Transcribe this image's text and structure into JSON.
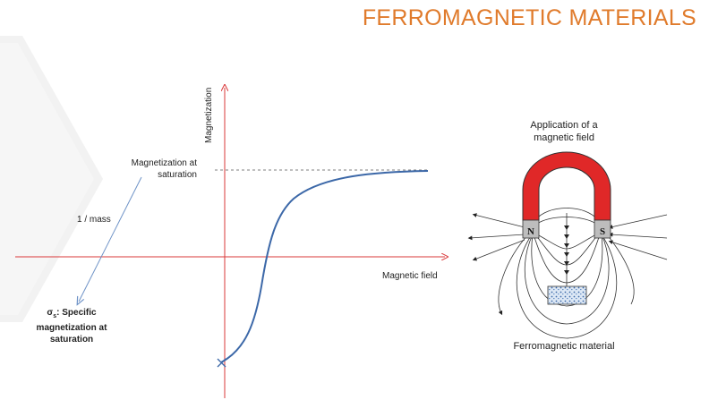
{
  "title": "FERROMAGNETIC MATERIALS",
  "graph": {
    "y_axis_label": "Magnetization",
    "x_axis_label": "Magnetic field",
    "saturation_label": "Magnetization at saturation",
    "mass_label": "1 / mass",
    "sigma_symbol": "σ",
    "sigma_subscript": "s",
    "sigma_label": ": Specific magnetization at saturation"
  },
  "magnet_diagram": {
    "top_label": "Application of a magnetic field",
    "bottom_label": "Ferromagnetic material",
    "north_pole": "N",
    "south_pole": "S"
  },
  "colors": {
    "title": "#e07b2c",
    "axes": "#d9383a",
    "curve": "#3c68a8",
    "magnet": "#e02828",
    "arrow": "#6f93c7"
  }
}
